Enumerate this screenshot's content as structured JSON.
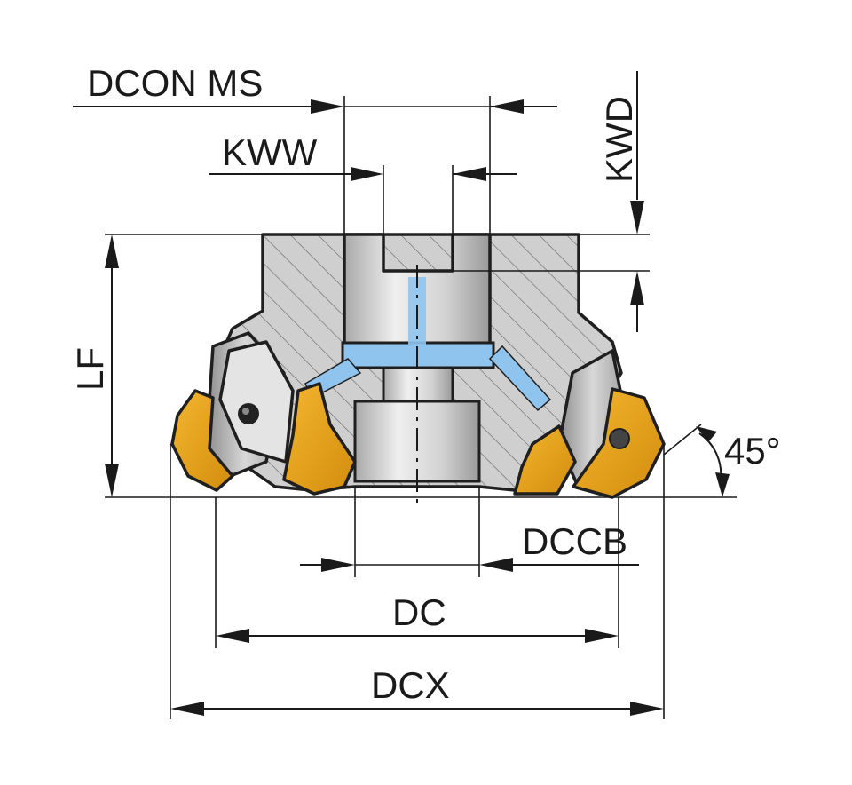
{
  "labels": {
    "dcon_ms": "DCON MS",
    "kww": "KWW",
    "kwd": "KWD",
    "lf": "LF",
    "angle": "45°",
    "dccb": "DCCB",
    "dc": "DC",
    "dcx": "DCX"
  },
  "colors": {
    "insert": "#e8a31a",
    "insert_dark": "#c07d08",
    "coolant": "#8fc4ee",
    "body": "#c8c8c8",
    "bore": "#dcdcdc",
    "outline": "#1f1f1f"
  }
}
